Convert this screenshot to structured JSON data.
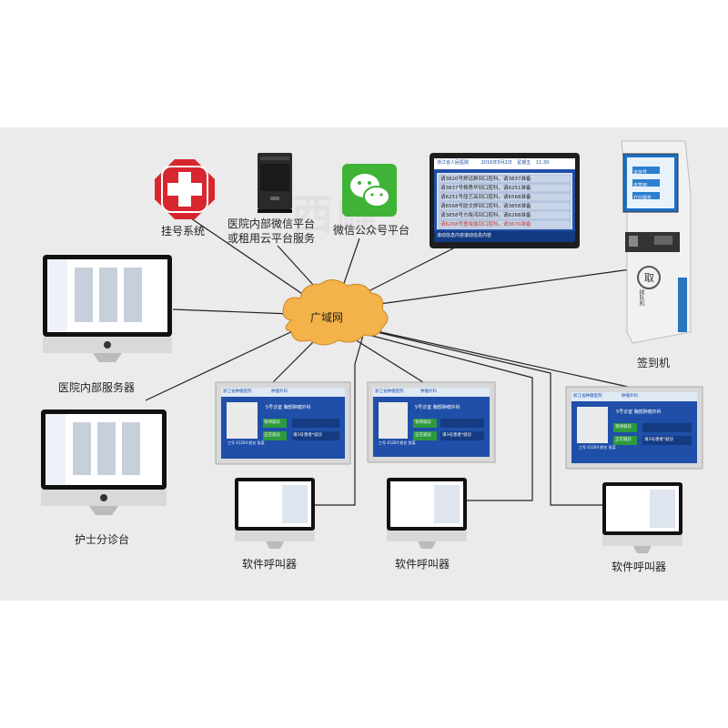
{
  "labels": {
    "registration": "挂号系统",
    "wechat_platform_line1": "医院内部微信平台",
    "wechat_platform_line2": "或租用云平台服务",
    "wechat_official": "微信公众号平台",
    "checkin_kiosk": "签到机",
    "internal_server": "医院内部服务器",
    "nurse_station": "护士分诊台",
    "soft_caller_1": "软件呼叫器",
    "soft_caller_2": "软件呼叫器",
    "soft_caller_3": "软件呼叫器",
    "wan": "广域网"
  },
  "big_display": {
    "title": "浙江省人民医院",
    "date": "2016年5月2日",
    "weekday": "星期五",
    "time": "11:30",
    "rows": [
      "请3820号舒远群到口腔科，请3837准备",
      "请3837号杨秀华到口腔科，请6251准备",
      "请6251号屈艺高到口腔科，请6568准备",
      "请6568号欧文婷到口腔科，请3858准备",
      "请3858号方晓鸿到口腔科，请6268准备",
      "请6268号童晓露到口腔科，请3670准备"
    ],
    "ticker": "滚动信息内容滚动信息内容"
  },
  "kiosk": {
    "btn1": "去挂号",
    "btn2": "去签到",
    "btn3": "打印报告",
    "sign": "取",
    "sign2": "排队机"
  },
  "room_screens": [
    {
      "hospital": "浙江省肿瘤医院",
      "dept": "肿瘤外科",
      "room": "5号诊室",
      "room_dept": "胸部肿瘤外科",
      "waiting": "等待就诊",
      "now": "正在就诊",
      "call": "请3号患者*就诊",
      "id_label": "工号",
      "id": "41204",
      "name_label": "姓名",
      "name": "张某"
    },
    {
      "hospital": "浙江省肿瘤医院",
      "dept": "肿瘤外科",
      "room": "5号诊室",
      "room_dept": "胸部肿瘤外科",
      "waiting": "等待就诊",
      "now": "正在就诊",
      "call": "请3号患者*就诊",
      "id_label": "工号",
      "id": "41204",
      "name_label": "姓名",
      "name": "张某"
    },
    {
      "hospital": "浙江省肿瘤医院",
      "dept": "肿瘤外科",
      "room": "5号诊室",
      "room_dept": "胸部肿瘤外科",
      "waiting": "等待就诊",
      "now": "正在就诊",
      "call": "请3号患者*就诊",
      "id_label": "工号",
      "id": "41204",
      "name_label": "姓名",
      "name": "张某"
    }
  ],
  "watermark": "西峰",
  "colors": {
    "background": "#ebebeb",
    "cloud": "#f3b34a",
    "line": "#222222",
    "display_blue": "#1f4fa8",
    "cross_red": "#d7262e",
    "wechat_green": "#3fb335"
  }
}
